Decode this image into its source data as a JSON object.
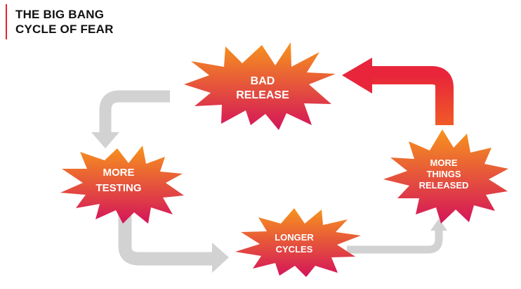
{
  "title": {
    "line1": "THE BIG BANG",
    "line2": "CYCLE OF FEAR"
  },
  "nodes": {
    "bad_release": {
      "line1": "BAD",
      "line2": "RELEASE"
    },
    "more_testing": {
      "line1": "MORE",
      "line2": "TESTING"
    },
    "longer_cycles": {
      "line1": "LONGER",
      "line2": "CYCLES"
    },
    "more_things_released": {
      "line1": "MORE",
      "line2": "THINGS",
      "line3": "RELEASED"
    }
  },
  "colors": {
    "accent": "#e0252a",
    "burst_top": "#f7941d",
    "burst_bottom": "#d4145a",
    "arrow_gray": "#d2d2d2",
    "arrow_red_top": "#e8253a",
    "arrow_red_bottom": "#f05a28"
  }
}
